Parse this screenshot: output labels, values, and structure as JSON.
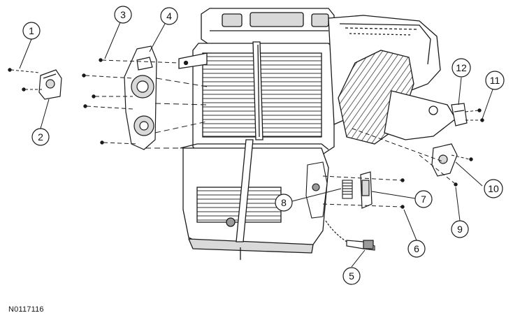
{
  "figure_code": "N0117116",
  "callouts": [
    {
      "id": "1",
      "label": "1"
    },
    {
      "id": "2",
      "label": "2"
    },
    {
      "id": "3",
      "label": "3"
    },
    {
      "id": "4",
      "label": "4"
    },
    {
      "id": "5",
      "label": "5"
    },
    {
      "id": "6",
      "label": "6"
    },
    {
      "id": "7",
      "label": "7"
    },
    {
      "id": "8",
      "label": "8"
    },
    {
      "id": "9",
      "label": "9"
    },
    {
      "id": "10",
      "label": "10"
    },
    {
      "id": "11",
      "label": "11"
    },
    {
      "id": "12",
      "label": "12"
    }
  ],
  "colors": {
    "line": "#1a1a1a",
    "fill": "#ffffff",
    "shade": "#d9d9d9",
    "dark_shade": "#9a9a9a"
  }
}
